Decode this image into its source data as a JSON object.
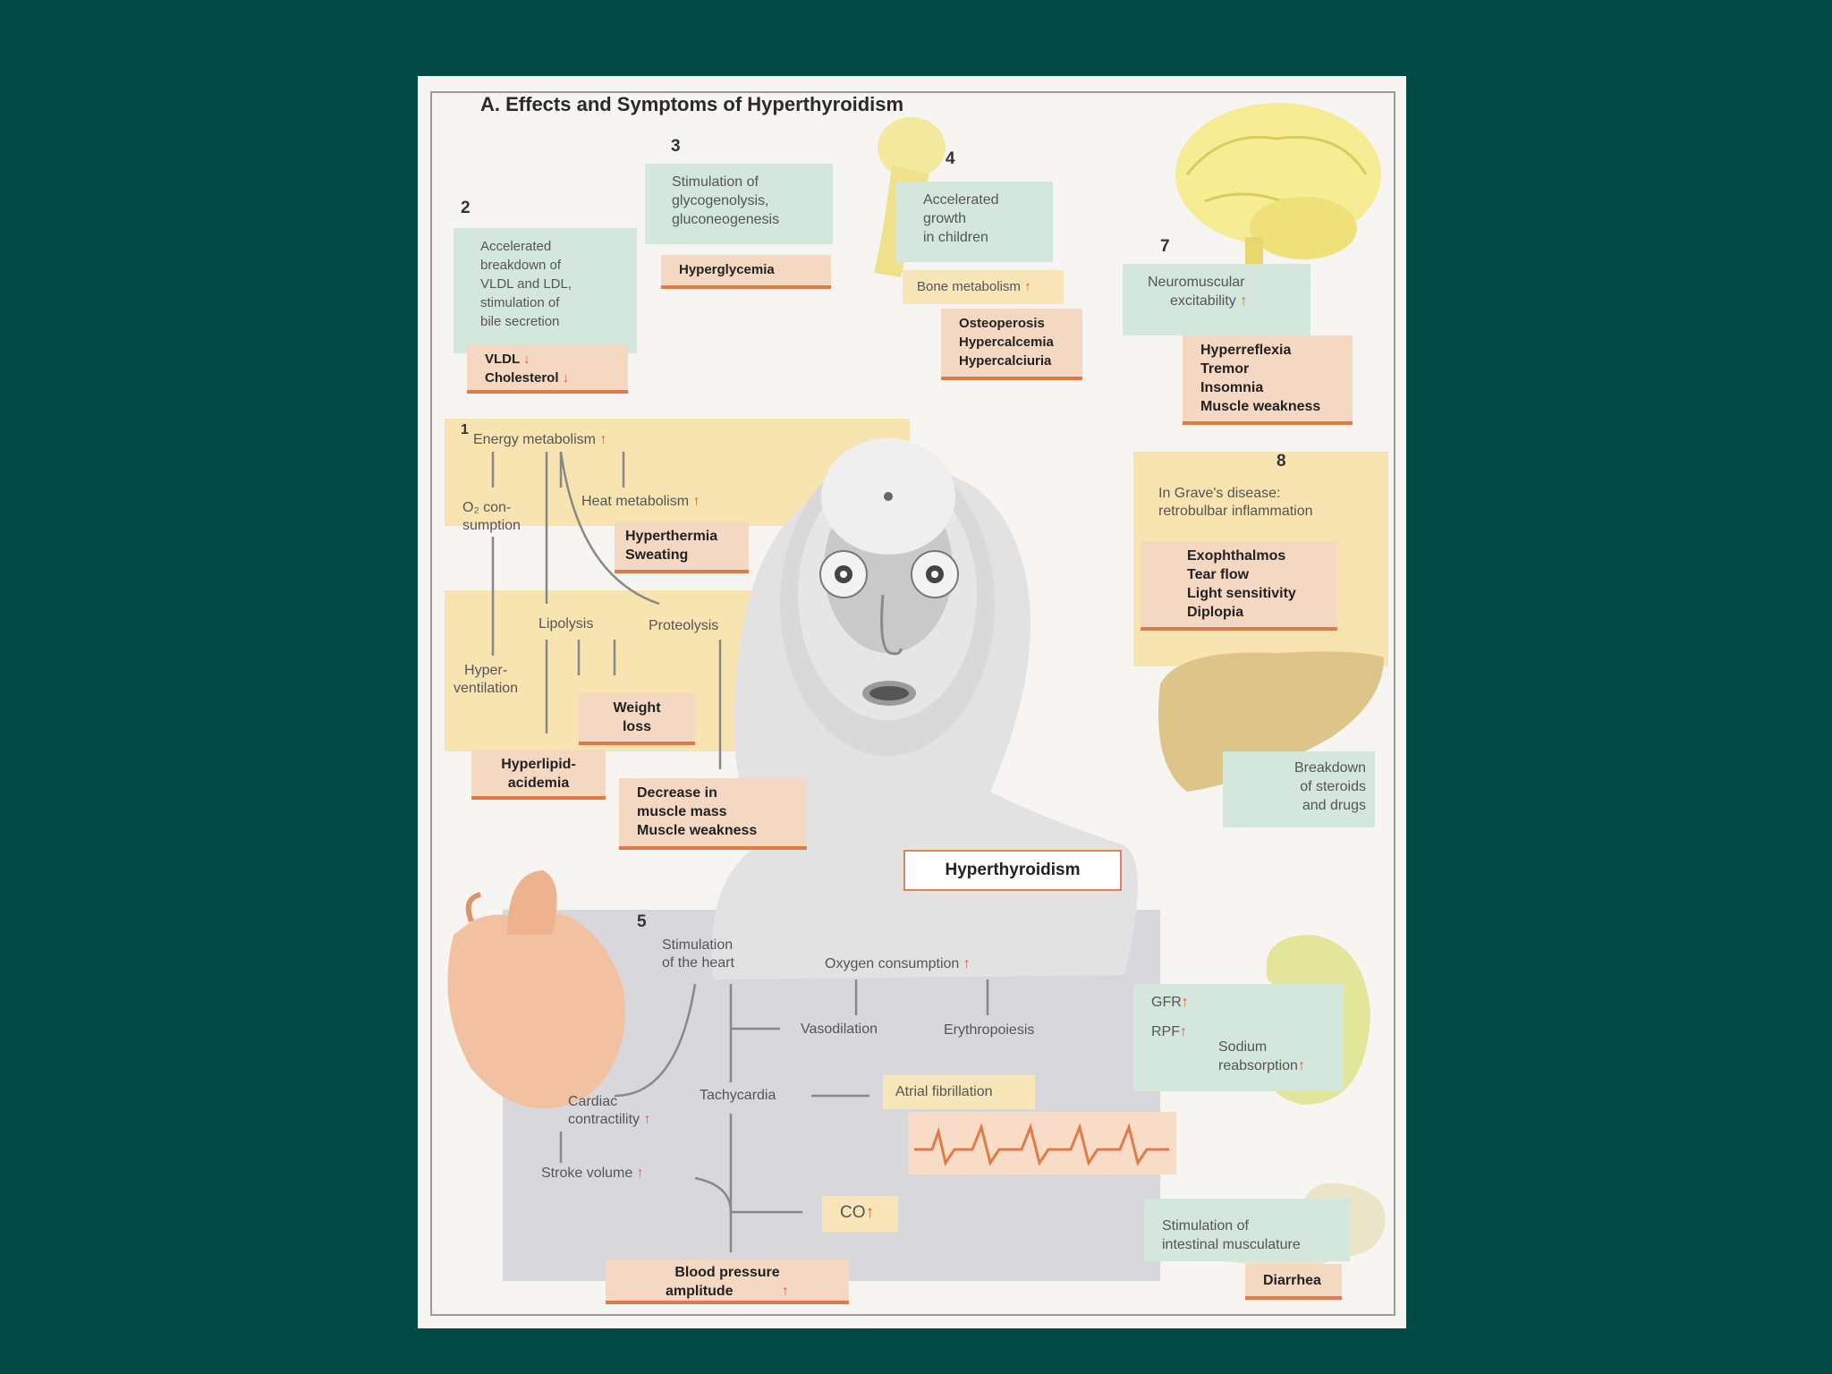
{
  "title": "A. Effects and Symptoms of Hyperthyroidism",
  "numbers": {
    "n1": "1",
    "n2": "2",
    "n3": "3",
    "n4": "4",
    "n5": "5",
    "n7": "7",
    "n8": "8"
  },
  "s2": {
    "effect": [
      "Accelerated",
      "breakdown of",
      "VLDL and LDL,",
      "stimulation of",
      "bile secretion"
    ],
    "sym": [
      "VLDL",
      "Cholesterol"
    ]
  },
  "s3": {
    "effect": [
      "Stimulation of",
      "glycogenolysis,",
      "gluconeogenesis"
    ],
    "sym": "Hyperglycemia"
  },
  "s4": {
    "effect": [
      "Accelerated",
      "growth",
      "in children"
    ],
    "mid": "Bone metabolism",
    "sym": [
      "Osteoperosis",
      "Hypercalcemia",
      "Hypercalciuria"
    ]
  },
  "s7": {
    "effect": [
      "Neuromuscular",
      "excitability"
    ],
    "sym": [
      "Hyperreflexia",
      "Tremor",
      "Insomnia",
      "Muscle weakness"
    ]
  },
  "s8": {
    "effect": [
      "In Grave's disease:",
      "retrobulbar inflammation"
    ],
    "sym": [
      "Exophthalmos",
      "Tear flow",
      "Light sensitivity",
      "Diplopia"
    ]
  },
  "s1": {
    "energy": "Energy metabolism",
    "o2": [
      "O₂ con-",
      "sumption"
    ],
    "heat": "Heat metabolism",
    "heat_sym": [
      "Hyperthermia",
      "Sweating"
    ],
    "lipolysis": "Lipolysis",
    "proteolysis": "Proteolysis",
    "hypervent": [
      "Hyper-",
      "ventilation"
    ],
    "weight": [
      "Weight",
      "loss"
    ],
    "hyperlipid": [
      "Hyperlipid-",
      "acidemia"
    ],
    "muscle": [
      "Decrease in",
      "muscle mass",
      "Muscle weakness"
    ]
  },
  "liver": [
    "Breakdown",
    "of steroids",
    "and drugs"
  ],
  "center": "Hyperthyroidism",
  "s5": {
    "stim": [
      "Stimulation",
      "of the heart"
    ],
    "oxygen": "Oxygen consumption",
    "vaso": "Vasodilation",
    "erythro": "Erythropoiesis",
    "tachy": "Tachycardia",
    "atrial": "Atrial fibrillation",
    "cardiac": [
      "Cardiac",
      "contractility"
    ],
    "stroke": "Stroke volume",
    "co": "CO",
    "bp": [
      "Blood pressure",
      "amplitude"
    ]
  },
  "kidney": {
    "gfr": "GFR",
    "rpf": "RPF",
    "sodium": [
      "Sodium",
      "reabsorption"
    ]
  },
  "intestine": {
    "effect": [
      "Stimulation of",
      "intestinal musculature"
    ],
    "sym": "Diarrhea"
  },
  "colors": {
    "background": "#024a45",
    "green_box": "#d3e7dd",
    "peach_box": "#f4d8c2",
    "accent": "#e07b49",
    "arrow_up": "#e0613a",
    "yellow_band": "#f7e4b1",
    "heart_box": "#d8d8dc"
  }
}
